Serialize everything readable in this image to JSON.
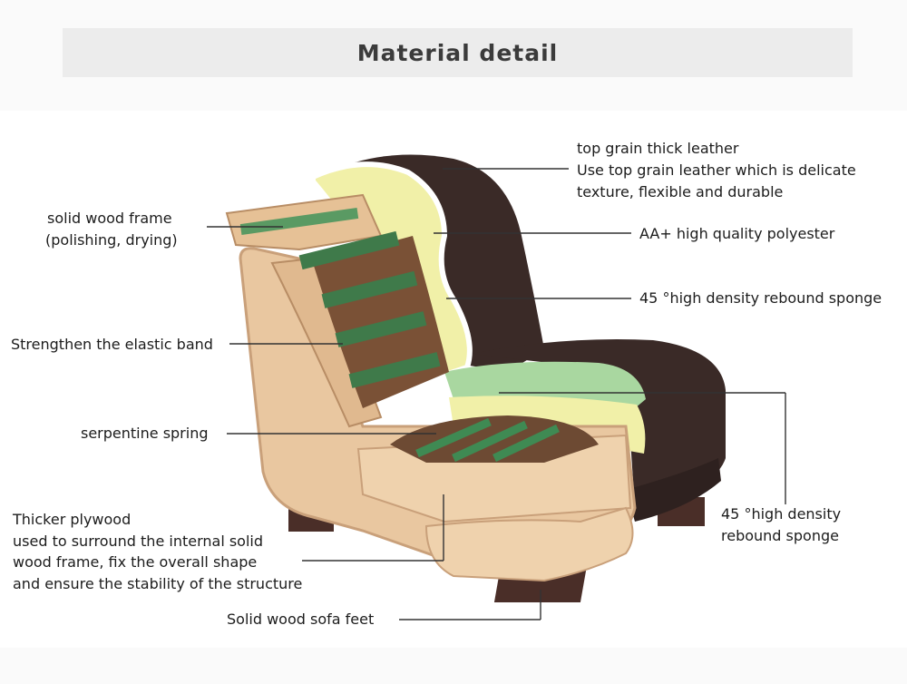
{
  "title": "Material detail",
  "labels": {
    "leather_title": "top grain thick leather",
    "leather_desc1": "Use top grain leather which is delicate",
    "leather_desc2": "texture, flexible and durable",
    "polyester": "AA+ high quality polyester",
    "sponge_back": "45 °high density rebound sponge",
    "sponge_seat1": "45 °high density",
    "sponge_seat2": "rebound sponge",
    "wood_frame1": "solid wood frame",
    "wood_frame2": "(polishing, drying)",
    "elastic_band": "Strengthen the elastic band",
    "serpentine": "serpentine spring",
    "plywood1": "Thicker plywood",
    "plywood2": "used to surround the internal solid",
    "plywood3": "wood frame, fix the overall shape",
    "plywood4": "and ensure the stability of the structure",
    "feet": "Solid wood sofa feet"
  },
  "colors": {
    "leather": "#3a2a27",
    "wood": "#e9c7a0",
    "wood_dark": "#c9a07a",
    "sponge_yellow": "#f1f0a8",
    "sponge_green": "#a9d7a0",
    "band_green": "#3f7a4a",
    "feet": "#4a2e28"
  }
}
